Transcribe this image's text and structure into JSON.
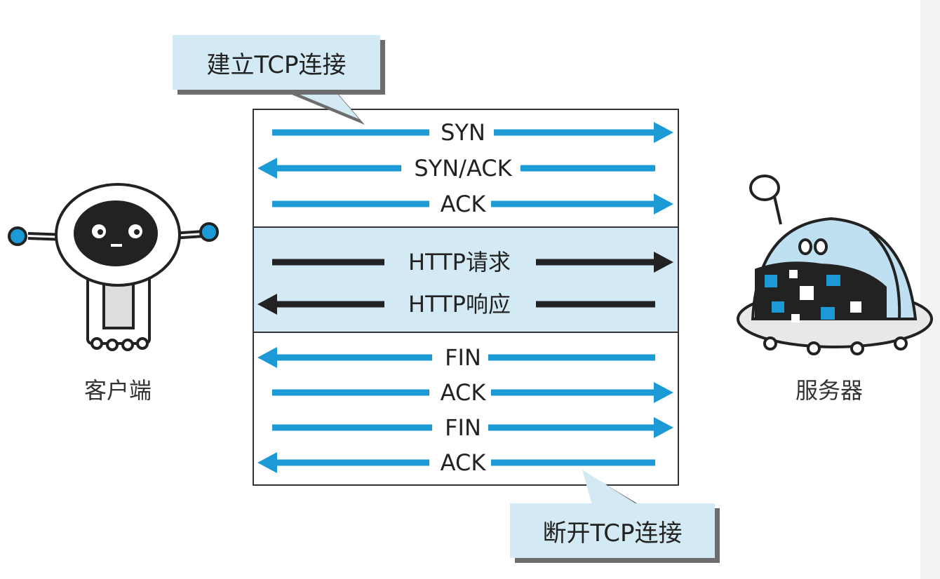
{
  "callouts": {
    "open_connection": "建立TCP连接",
    "close_connection": "断开TCP连接"
  },
  "actors": {
    "client": "客户端",
    "server": "服务器"
  },
  "messages": {
    "handshake": [
      {
        "label": "SYN",
        "direction": "client-to-server"
      },
      {
        "label": "SYN/ACK",
        "direction": "server-to-client"
      },
      {
        "label": "ACK",
        "direction": "client-to-server"
      }
    ],
    "http": [
      {
        "label": "HTTP请求",
        "direction": "client-to-server"
      },
      {
        "label": "HTTP响应",
        "direction": "server-to-client"
      }
    ],
    "teardown": [
      {
        "label": "FIN",
        "direction": "server-to-client"
      },
      {
        "label": "ACK",
        "direction": "client-to-server"
      },
      {
        "label": "FIN",
        "direction": "client-to-server"
      },
      {
        "label": "ACK",
        "direction": "server-to-client"
      }
    ]
  },
  "colors": {
    "tcp_arrow": "#1b9ad6",
    "http_arrow": "#222222",
    "http_band": "#d3e9f3",
    "callout_fill": "#d3e9f3"
  }
}
